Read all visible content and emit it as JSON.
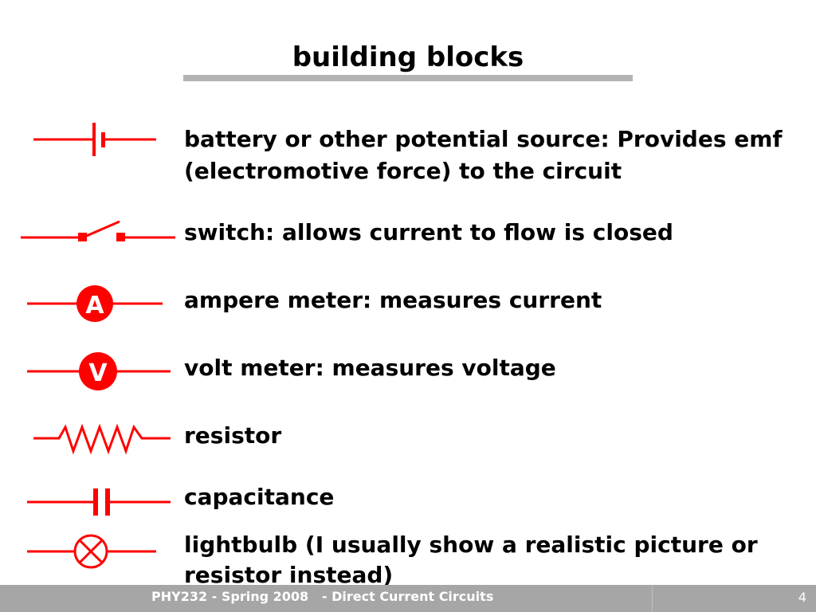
{
  "slide": {
    "title": "building blocks",
    "accent_color": "#ff0000",
    "items": [
      {
        "symbol": "battery-icon",
        "text": "battery or other potential source: Provides emf (electromotive force) to the circuit"
      },
      {
        "symbol": "switch-icon",
        "text": "switch: allows current to flow is closed"
      },
      {
        "symbol": "ammeter-icon",
        "symbol_letter": "A",
        "text": "ampere meter: measures current"
      },
      {
        "symbol": "voltmeter-icon",
        "symbol_letter": "V",
        "text": "volt meter: measures voltage"
      },
      {
        "symbol": "resistor-icon",
        "text": "resistor"
      },
      {
        "symbol": "capacitor-icon",
        "text": "capacitance"
      },
      {
        "symbol": "lightbulb-icon",
        "text": "lightbulb (I usually show a realistic picture or resistor instead)"
      }
    ]
  },
  "footer": {
    "text": "PHY232 - Spring 2008   - Direct Current Circuits",
    "page_number": "4"
  }
}
